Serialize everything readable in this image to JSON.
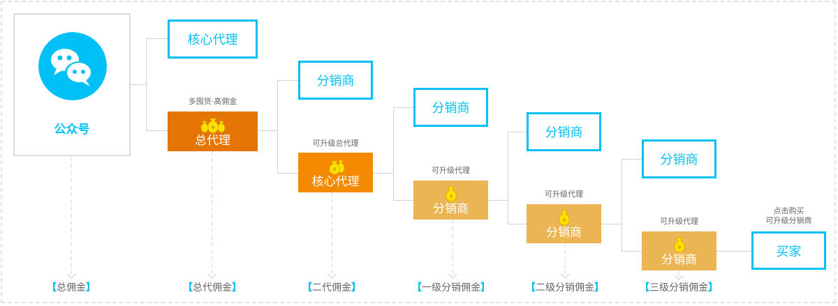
{
  "colors": {
    "brand_blue": "#00c0f5",
    "orange_dark": "#e47504",
    "orange": "#f58a00",
    "tan": "#ebb554",
    "line": "#c9d3d8",
    "text_gray": "#666666"
  },
  "root": {
    "icon": "wechat-icon",
    "label": "公众号"
  },
  "columns": [
    {
      "top_box": "核心代理",
      "note": "多囤货·高佣金",
      "agent_box": "总代理",
      "agent_icon": "money-bags-three-icon",
      "commission": "总代佣金"
    },
    {
      "top_box": "分销商",
      "note": "可升级总代理",
      "agent_box": "核心代理",
      "agent_icon": "money-bags-two-icon",
      "commission": "二代佣金"
    },
    {
      "top_box": "分销商",
      "note": "可升级代理",
      "agent_box": "分销商",
      "agent_icon": "money-bag-icon",
      "commission": "一级分销佣金"
    },
    {
      "top_box": "分销商",
      "note": "可升级代理",
      "agent_box": "分销商",
      "agent_icon": "money-bag-icon",
      "commission": "二级分销佣金"
    },
    {
      "top_box": "分销商",
      "note": "可升级代理",
      "agent_box": "分销商",
      "agent_icon": "money-bag-icon",
      "commission": "三级分销佣金"
    }
  ],
  "root_commission": "总佣金",
  "buyer": {
    "note_line1": "点击购买",
    "note_line2": "可升级分销商",
    "label": "买家"
  },
  "bracket_open": "【",
  "bracket_close": "】"
}
